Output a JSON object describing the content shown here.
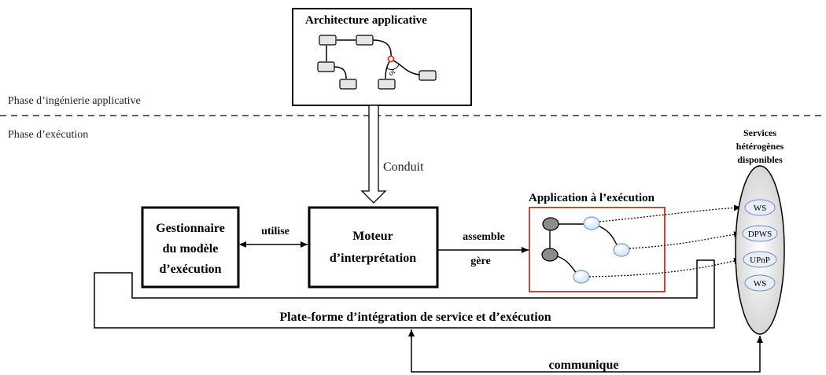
{
  "phases": {
    "engineering": "Phase d’ingénierie applicative",
    "execution": "Phase d’exécution"
  },
  "architecture": {
    "title": "Architecture applicative",
    "or_label": "or"
  },
  "arrows": {
    "conduit": "Conduit",
    "uses": "utilise",
    "assembles": "assemble",
    "manages": "gère",
    "communicates": "communique"
  },
  "boxes": {
    "manager": {
      "line1": "Gestionnaire",
      "line2": "du modèle",
      "line3": "d’exécution"
    },
    "engine": {
      "line1": "Moteur",
      "line2": "d’interprétation"
    },
    "runtime_app": {
      "title": "Application à l’exécution"
    },
    "platform": "Plate-forme d’intégration de service et d’exécution"
  },
  "services": {
    "title_line1": "Services",
    "title_line2": "hétérogènes",
    "title_line3": "disponibles",
    "items": [
      "WS",
      "DPWS",
      "UPnP",
      "WS"
    ]
  },
  "colors": {
    "runtime_border": "#c00000",
    "or_dot": "#e03030",
    "node_fill": "#dde9f7"
  }
}
